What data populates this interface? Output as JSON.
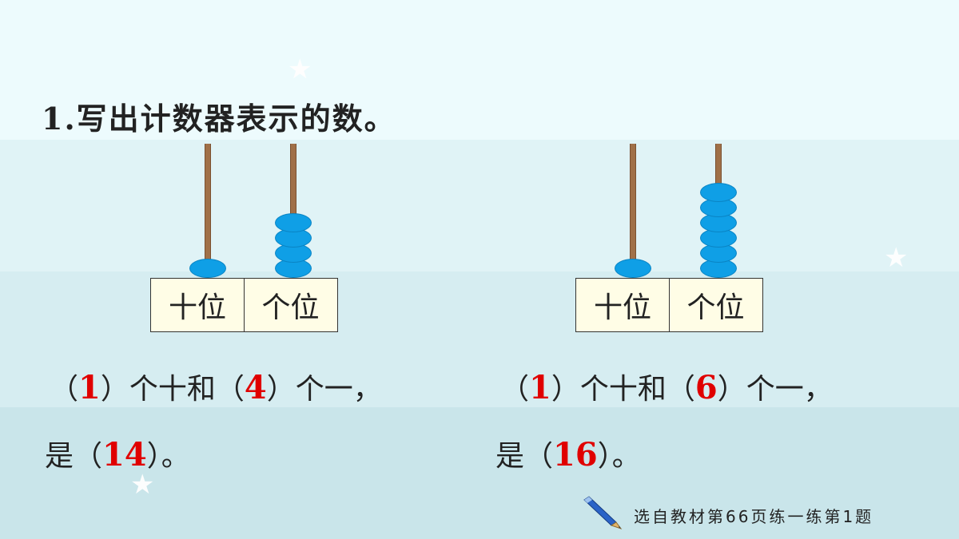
{
  "title": "1.写出计数器表示的数。",
  "abacuses": [
    {
      "label_tens": "十位",
      "label_ones": "个位",
      "tens_beads": 1,
      "ones_beads": 4
    },
    {
      "label_tens": "十位",
      "label_ones": "个位",
      "tens_beads": 1,
      "ones_beads": 6
    }
  ],
  "answers": [
    {
      "p_open1": "（",
      "tens_answer": "1",
      "p_close1": "）",
      "mid": "个十和",
      "p_open2": "（",
      "ones_answer": "4",
      "p_close2": "）",
      "tail": "个一，",
      "is_prefix": "是",
      "p_open3": "（",
      "total_answer": "14",
      "p_close3": "）",
      "end": "。"
    },
    {
      "p_open1": "（",
      "tens_answer": "1",
      "p_close1": "）",
      "mid": "个十和",
      "p_open2": "（",
      "ones_answer": "6",
      "p_close2": "）",
      "tail": "个一，",
      "is_prefix": "是",
      "p_open3": "（",
      "total_answer": "16",
      "p_close3": "）",
      "end": "。"
    }
  ],
  "source": "选自教材第66页练一练第1题",
  "colors": {
    "bead": "#0f9fe6",
    "answer": "#e00000",
    "rod": "#a07048",
    "label_box": "#fffde6"
  }
}
